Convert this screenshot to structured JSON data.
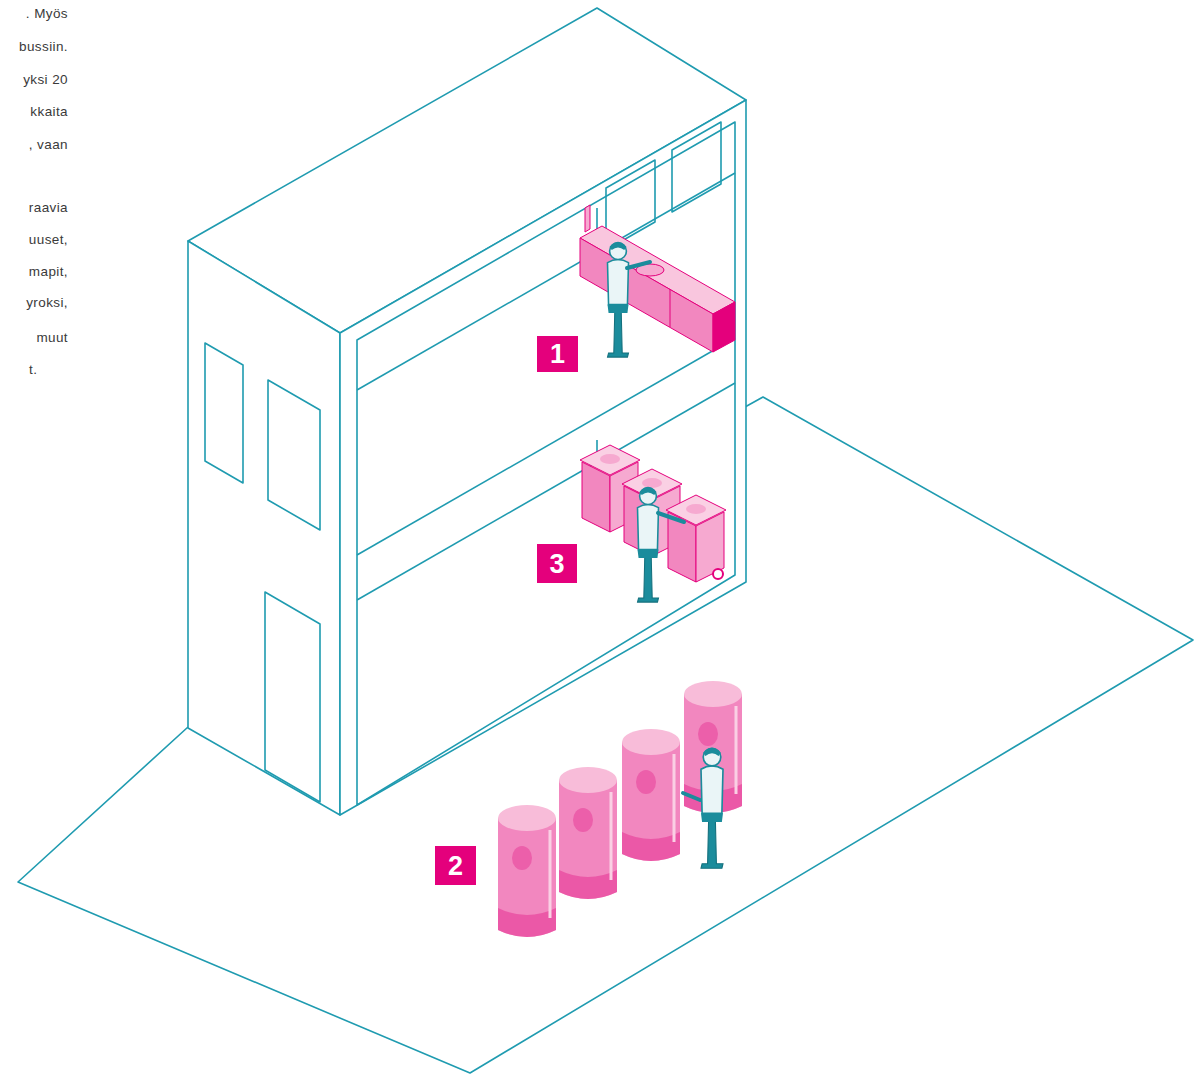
{
  "diagram": {
    "nodes": [
      {
        "text": [
          "1"
        ]
      },
      {
        "text": [
          "3"
        ]
      },
      {
        "text": [
          "2"
        ]
      }
    ],
    "labels": [
      ". Myös",
      "bussiin.",
      "yksi 20",
      "kkaita",
      ", vaan",
      "raavia",
      "uuset,",
      "mapit,",
      "yroksi,",
      "muut",
      "t."
    ]
  }
}
